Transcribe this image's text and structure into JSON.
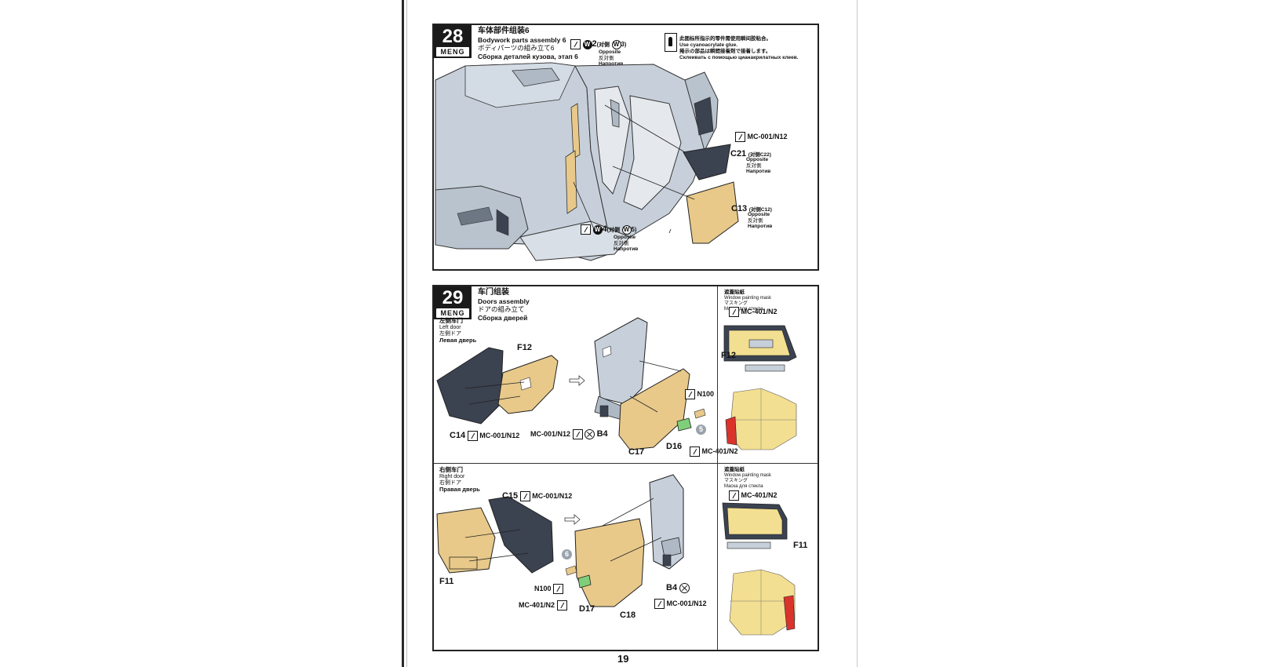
{
  "step28": {
    "number": "28",
    "brand": "MENG",
    "title_cn": "车体部件组装6",
    "title_en": "Bodywork parts assembly 6",
    "title_jp": "ボディパーツの組み立て6",
    "title_ru": "Сборка деталей кузова, этап 6",
    "w2": {
      "num": "2",
      "opp_prefix": "(对侧",
      "opp_num": "3",
      "opp_suffix": ")",
      "en": "Opposite",
      "jp": "反対側",
      "ru": "Напротив"
    },
    "glue_note": {
      "cn": "此图标所指示的零件需使用瞬间胶粘合。",
      "en": "Use cyanoacrylate glue.",
      "jp": "捲示の部品は瞬間接着剤で接着します。",
      "ru": "Склеивать с помощью цианакрилатных клеев."
    },
    "paint_c21": "MC-001/N12",
    "c21": {
      "part": "C21",
      "opp": "(对侧C22)",
      "en": "Opposite",
      "jp": "反対側",
      "ru": "Напротив"
    },
    "c13": {
      "part": "C13",
      "opp": "(对侧C12)",
      "en": "Opposite",
      "jp": "反対側",
      "ru": "Напротив"
    },
    "w4": {
      "num": "4",
      "opp_prefix": "(对侧",
      "opp_num": "5",
      "opp_suffix": ")",
      "en": "Opposite",
      "jp": "反対側",
      "ru": "Напротив"
    }
  },
  "step29": {
    "number": "29",
    "brand": "MENG",
    "title_cn": "车门组装",
    "title_en": "Doors assembly",
    "title_jp": "ドアの組み立て",
    "title_ru": "Сборка дверей",
    "left_door": {
      "cn": "左侧车门",
      "en": "Left door",
      "jp": "左側ドア",
      "ru": "Левая дверь"
    },
    "right_door": {
      "cn": "右侧车门",
      "en": "Right door",
      "jp": "右側ドア",
      "ru": "Правая дверь"
    },
    "mask": {
      "cn": "遮蓋貼紙",
      "en": "Window painting mask",
      "jp": "マスキング",
      "ru": "Маска для стекла"
    },
    "labels": {
      "f12": "F12",
      "c14": "C14",
      "c14_paint": "MC-001/N12",
      "b4_paint_left": "MC-001/N12",
      "b4_left": "B4",
      "n100_left": "N100",
      "c17": "C17",
      "d16": "D16",
      "d16_paint": "MC-401/N2",
      "step_ref_5": "5",
      "mask_left_paint": "MC-401/N2",
      "mask_left_part": "F12",
      "c15": "C15",
      "c15_paint": "MC-001/N12",
      "f11": "F11",
      "step_ref_6": "6",
      "n100_right": "N100",
      "d17_paint": "MC-401/N2",
      "d17": "D17",
      "c18": "C18",
      "b4_right": "B4",
      "b4_paint_right": "MC-001/N12",
      "mask_right_paint": "MC-401/N2",
      "mask_right_part": "F11"
    }
  },
  "page_number": "19",
  "colors": {
    "body_grey": "#c7d0da",
    "part_tan": "#e8c98a",
    "part_dark": "#3b4250",
    "mask_yellow": "#f3df91",
    "mask_red": "#d9332c",
    "green_part": "#7fcf7a"
  }
}
